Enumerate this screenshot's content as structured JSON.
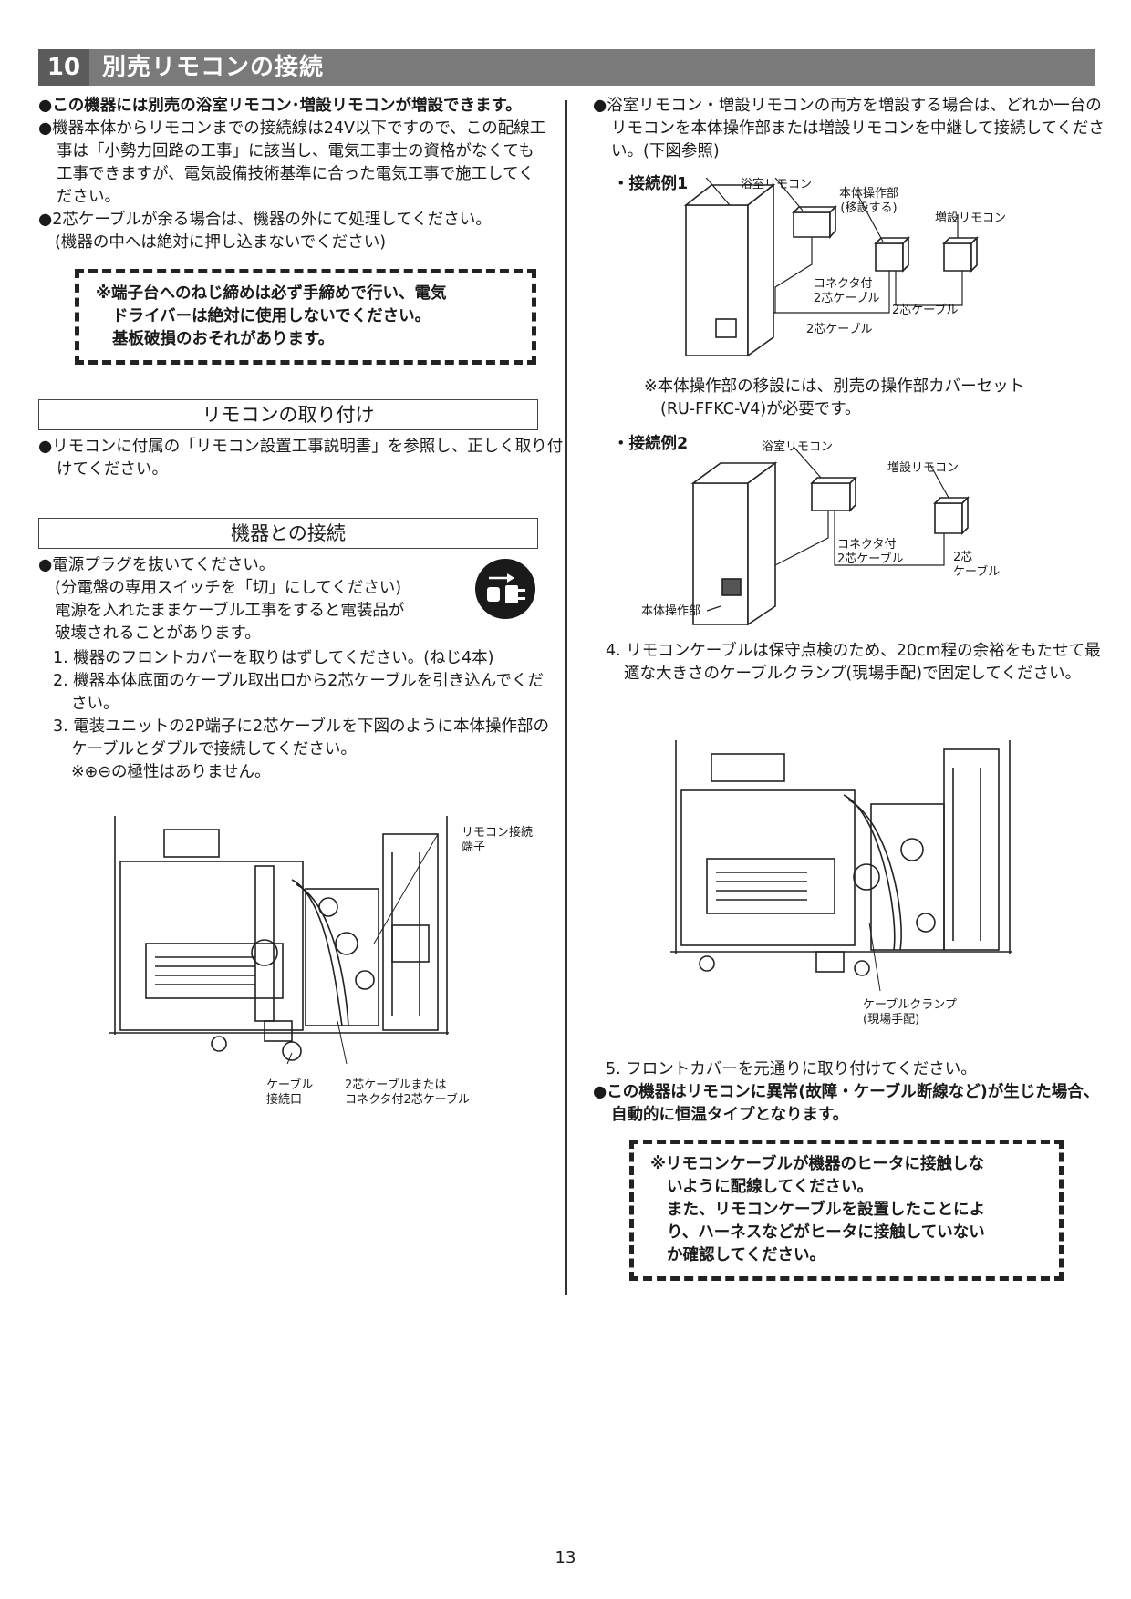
{
  "header": {
    "number": "10",
    "title": "別売リモコンの接続"
  },
  "left": {
    "intro": [
      "●この機器には別売の浴室リモコン･増設リモコンが増設できます。",
      "●機器本体からリモコンまでの接続線は24V以下ですので、この配線工事は「小勢力回路の工事」に該当し、電気工事士の資格がなくても工事できますが、電気設備技術基準に合った電気工事で施工してください。",
      "●2芯ケーブルが余る場合は、機器の外にて処理してください。",
      "(機器の中へは絶対に押し込まないでください)"
    ],
    "caution": [
      "※端子台へのねじ締めは必ず手締めで行い、電気",
      "ドライバーは絶対に使用しないでください。",
      "基板破損のおそれがあります。"
    ],
    "section_mount_title": "リモコンの取り付け",
    "section_mount_text": "●リモコンに付属の「リモコン設置工事説明書」を参照し、正しく取り付けてください。",
    "section_connect_title": "機器との接続",
    "connect_lines": [
      "●電源プラグを抜いてください。",
      "(分電盤の専用スイッチを「切」にしてください)",
      "電源を入れたままケーブル工事をすると電装品が",
      "破壊されることがあります。"
    ],
    "steps": [
      "1. 機器のフロントカバーを取りはずしてください。(ねじ4本)",
      "2. 機器本体底面のケーブル取出口から2芯ケーブルを引き込んでください。",
      "3. 電装ユニットの2P端子に2芯ケーブルを下図のように本体操作部のケーブルとダブルで接続してください。"
    ],
    "polarity_note": "※⊕⊖の極性はありません。",
    "fig_labels": {
      "terminal": [
        "リモコン接続",
        "端子"
      ],
      "cable_inlet": [
        "ケーブル",
        "接続口"
      ],
      "cable": [
        "2芯ケーブルまたは",
        "コネクタ付2芯ケーブル"
      ]
    }
  },
  "right": {
    "intro": "●浴室リモコン・増設リモコンの両方を増設する場合は、どれか一台のリモコンを本体操作部または増設リモコンを中継して接続してください。(下図参照)",
    "example1": {
      "title": "・接続例1",
      "labels": {
        "bath": "浴室リモコン",
        "main_op": [
          "本体操作部",
          "(移設する)"
        ],
        "extra": "増設リモコン",
        "conn_cable": [
          "コネクタ付",
          "2芯ケーブル"
        ],
        "cable_a": "2芯ケーブル",
        "cable_b": "2芯ケーブル"
      },
      "note": [
        "※本体操作部の移設には、別売の操作部カバーセット",
        "(RU-FFKC-V4)が必要です。"
      ]
    },
    "example2": {
      "title": "・接続例2",
      "labels": {
        "bath": "浴室リモコン",
        "extra": "増設リモコン",
        "conn_cable": [
          "コネクタ付",
          "2芯ケーブル"
        ],
        "cable": [
          "2芯",
          "ケーブル"
        ],
        "main_op": "本体操作部"
      }
    },
    "step4": "4. リモコンケーブルは保守点検のため、20cm程の余裕をもたせて最適な大きさのケーブルクランプ(現場手配)で固定してください。",
    "fig_labels": {
      "clamp": [
        "ケーブルクランプ",
        "(現場手配)"
      ]
    },
    "step5": "5. フロントカバーを元通りに取り付けてください。",
    "fallback": "●この機器はリモコンに異常(故障・ケーブル断線など)が生じた場合、自動的に恒温タイプとなります。",
    "caution": [
      "※リモコンケーブルが機器のヒータに接触しな",
      "いように配線してください。",
      "また、リモコンケーブルを設置したことによ",
      "り、ハーネスなどがヒータに接触していない",
      "か確認してください。"
    ]
  },
  "page_number": "13"
}
